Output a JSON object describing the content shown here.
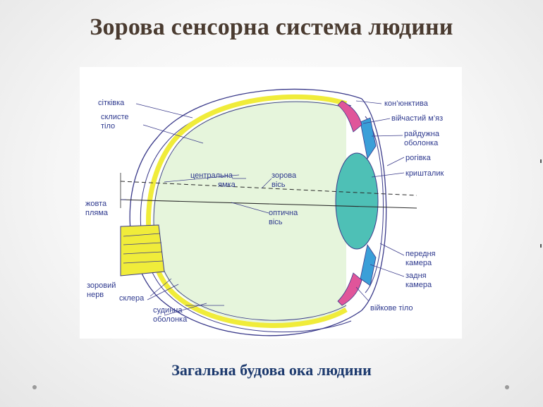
{
  "title": "Зорова сенсорна система людини",
  "caption": "Загальна будова ока людини",
  "diagram": {
    "labels": {
      "retina": "сітківка",
      "vitreous_1": "склисте",
      "vitreous_2": "тіло",
      "fovea_1": "центральна",
      "fovea_2": "ямка",
      "visual_axis_1": "зорова",
      "visual_axis_2": "вісь",
      "macula_1": "жовта",
      "macula_2": "пляма",
      "optical_axis_1": "оптична",
      "optical_axis_2": "вісь",
      "optic_nerve_1": "зоровий",
      "optic_nerve_2": "нерв",
      "sclera": "склера",
      "choroid_1": "судинна",
      "choroid_2": "оболонка",
      "conjunctiva": "кон’юнктива",
      "ciliary_muscle": "війчастий м’яз",
      "iris_1": "райдужна",
      "iris_2": "оболонка",
      "cornea": "рогівка",
      "lens": "кришталик",
      "anterior_chamber_1": "передня",
      "anterior_chamber_2": "камера",
      "posterior_chamber_1": "задня",
      "posterior_chamber_2": "камера",
      "ciliary_body": "війкове тіло"
    },
    "colors": {
      "vitreous": "#e6f5dc",
      "retina": "#f0ec3a",
      "lens": "#4ec0b6",
      "iris": "#3a9fd8",
      "ciliary": "#e0559a",
      "outline": "#3a3a8a",
      "text": "#2f3a8f"
    }
  }
}
